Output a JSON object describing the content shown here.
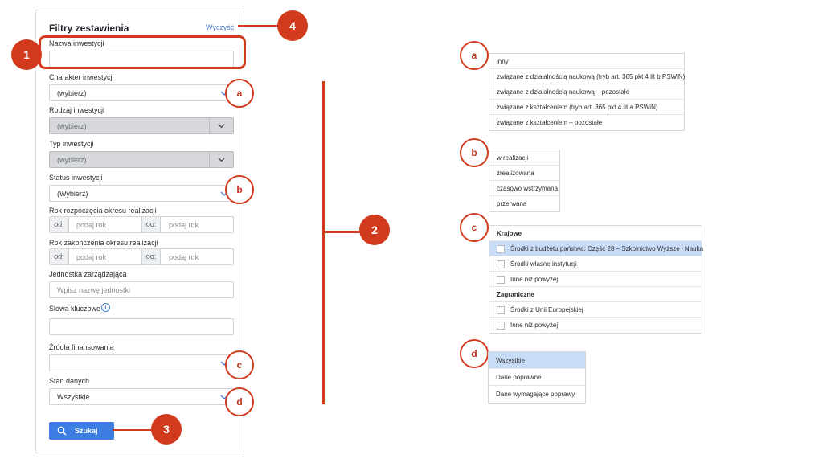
{
  "panel": {
    "title": "Filtry zestawienia",
    "clear_label": "Wyczyść",
    "fields": {
      "nazwa_label": "Nazwa inwestycji",
      "charakter_label": "Charakter inwestycji",
      "charakter_value": "(wybierz)",
      "rodzaj_label": "Rodzaj inwestycji",
      "rodzaj_value": "(wybierz)",
      "typ_label": "Typ inwestycji",
      "typ_value": "(wybierz)",
      "status_label": "Status inwestycji",
      "status_value": "(Wybierz)",
      "rok_rozp_label": "Rok rozpoczęcia okresu realizacji",
      "rok_zak_label": "Rok zakończenia okresu realizacji",
      "od": "od:",
      "do": "do:",
      "rok_placeholder": "podaj rok",
      "jednostka_label": "Jednostka zarządzająca",
      "jednostka_placeholder": "Wpisz nazwę jednostki",
      "slowa_label": "Słowa kluczowe",
      "zrodla_label": "Źródła finansowania",
      "stan_label": "Stan danych",
      "stan_value": "Wszystkie"
    },
    "search_label": "Szukaj"
  },
  "annotations": {
    "n1": "1",
    "n2": "2",
    "n3": "3",
    "n4": "4",
    "a": "a",
    "b": "b",
    "c": "c",
    "d": "d",
    "color": "#d23a1e"
  },
  "dropdown_a": [
    "inny",
    "związane z działalnością naukową (tryb art. 365 pkt 4 lit b PSWiN)",
    "związane z działalnością naukową – pozostałe",
    "związane z kształceniem (tryb art. 365 pkt 4 lit a PSWiN)",
    "związane z kształceniem – pozostałe"
  ],
  "dropdown_b": [
    "w realizacji",
    "zrealizowana",
    "czasowo wstrzymana",
    "przerwana"
  ],
  "dropdown_c": {
    "group1": "Krajowe",
    "items1": [
      "Środki z budżetu państwa: Część 28 – Szkolnictwo Wyższe i Nauka",
      "Środki własne instytucji",
      "Inne niż powyżej"
    ],
    "group2": "Zagraniczne",
    "items2": [
      "Środki z Unii Europejskiej",
      "Inne niż powyżej"
    ]
  },
  "dropdown_d": [
    "Wszystkie",
    "Dane poprawne",
    "Dane wymagające poprawy"
  ],
  "icons": {
    "chevron": "chevron-down-icon",
    "search": "search-icon",
    "info": "info-icon"
  }
}
